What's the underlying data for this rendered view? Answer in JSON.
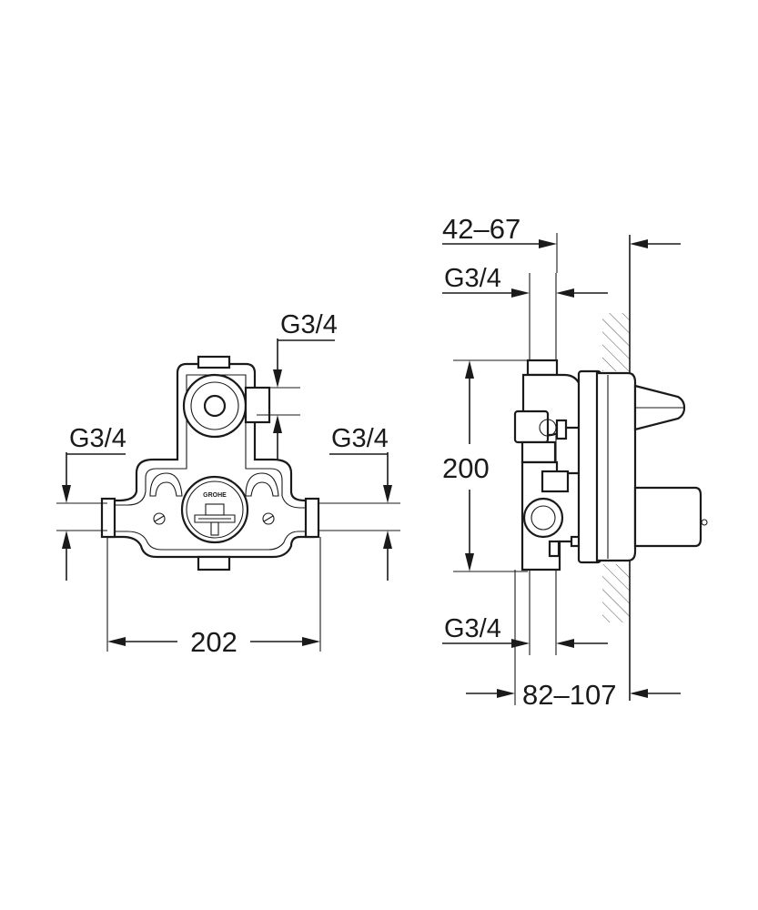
{
  "front_view": {
    "logo": "GROHE",
    "port_top_label": "G3/4",
    "port_left_label": "G3/4",
    "port_right_label": "G3/4",
    "width_label": "202"
  },
  "side_view": {
    "top_range_label": "42–67",
    "top_port_label": "G3/4",
    "height_label": "200",
    "bottom_port_label": "G3/4",
    "bottom_range_label": "82–107"
  }
}
